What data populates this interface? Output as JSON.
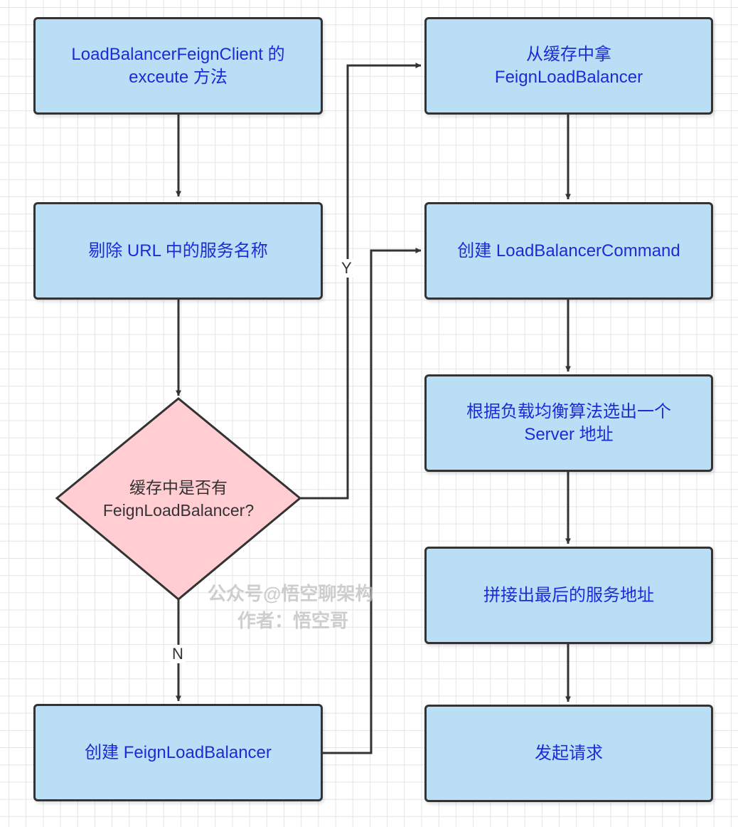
{
  "nodes": {
    "execute": "LoadBalancerFeignClient 的\nexceute 方法",
    "strip_url": "剔除 URL 中的服务名称",
    "decision": "缓存中是否有\nFeignLoadBalancer?",
    "create_flb": "创建 FeignLoadBalancer",
    "get_cache": "从缓存中拿\nFeignLoadBalancer",
    "create_cmd": "创建 LoadBalancerCommand",
    "select_server": "根据负载均衡算法选出一个\nServer 地址",
    "build_addr": "拼接出最后的服务地址",
    "send": "发起请求"
  },
  "edge_labels": {
    "yes": "Y",
    "no": "N"
  },
  "watermark": {
    "line1": "公众号@悟空聊架构",
    "line2": "作者：悟空哥"
  },
  "colors": {
    "box_fill": "#bbdef7",
    "decision_fill": "#ffcdd2",
    "border": "#333333",
    "box_text": "#1b2bd6"
  }
}
